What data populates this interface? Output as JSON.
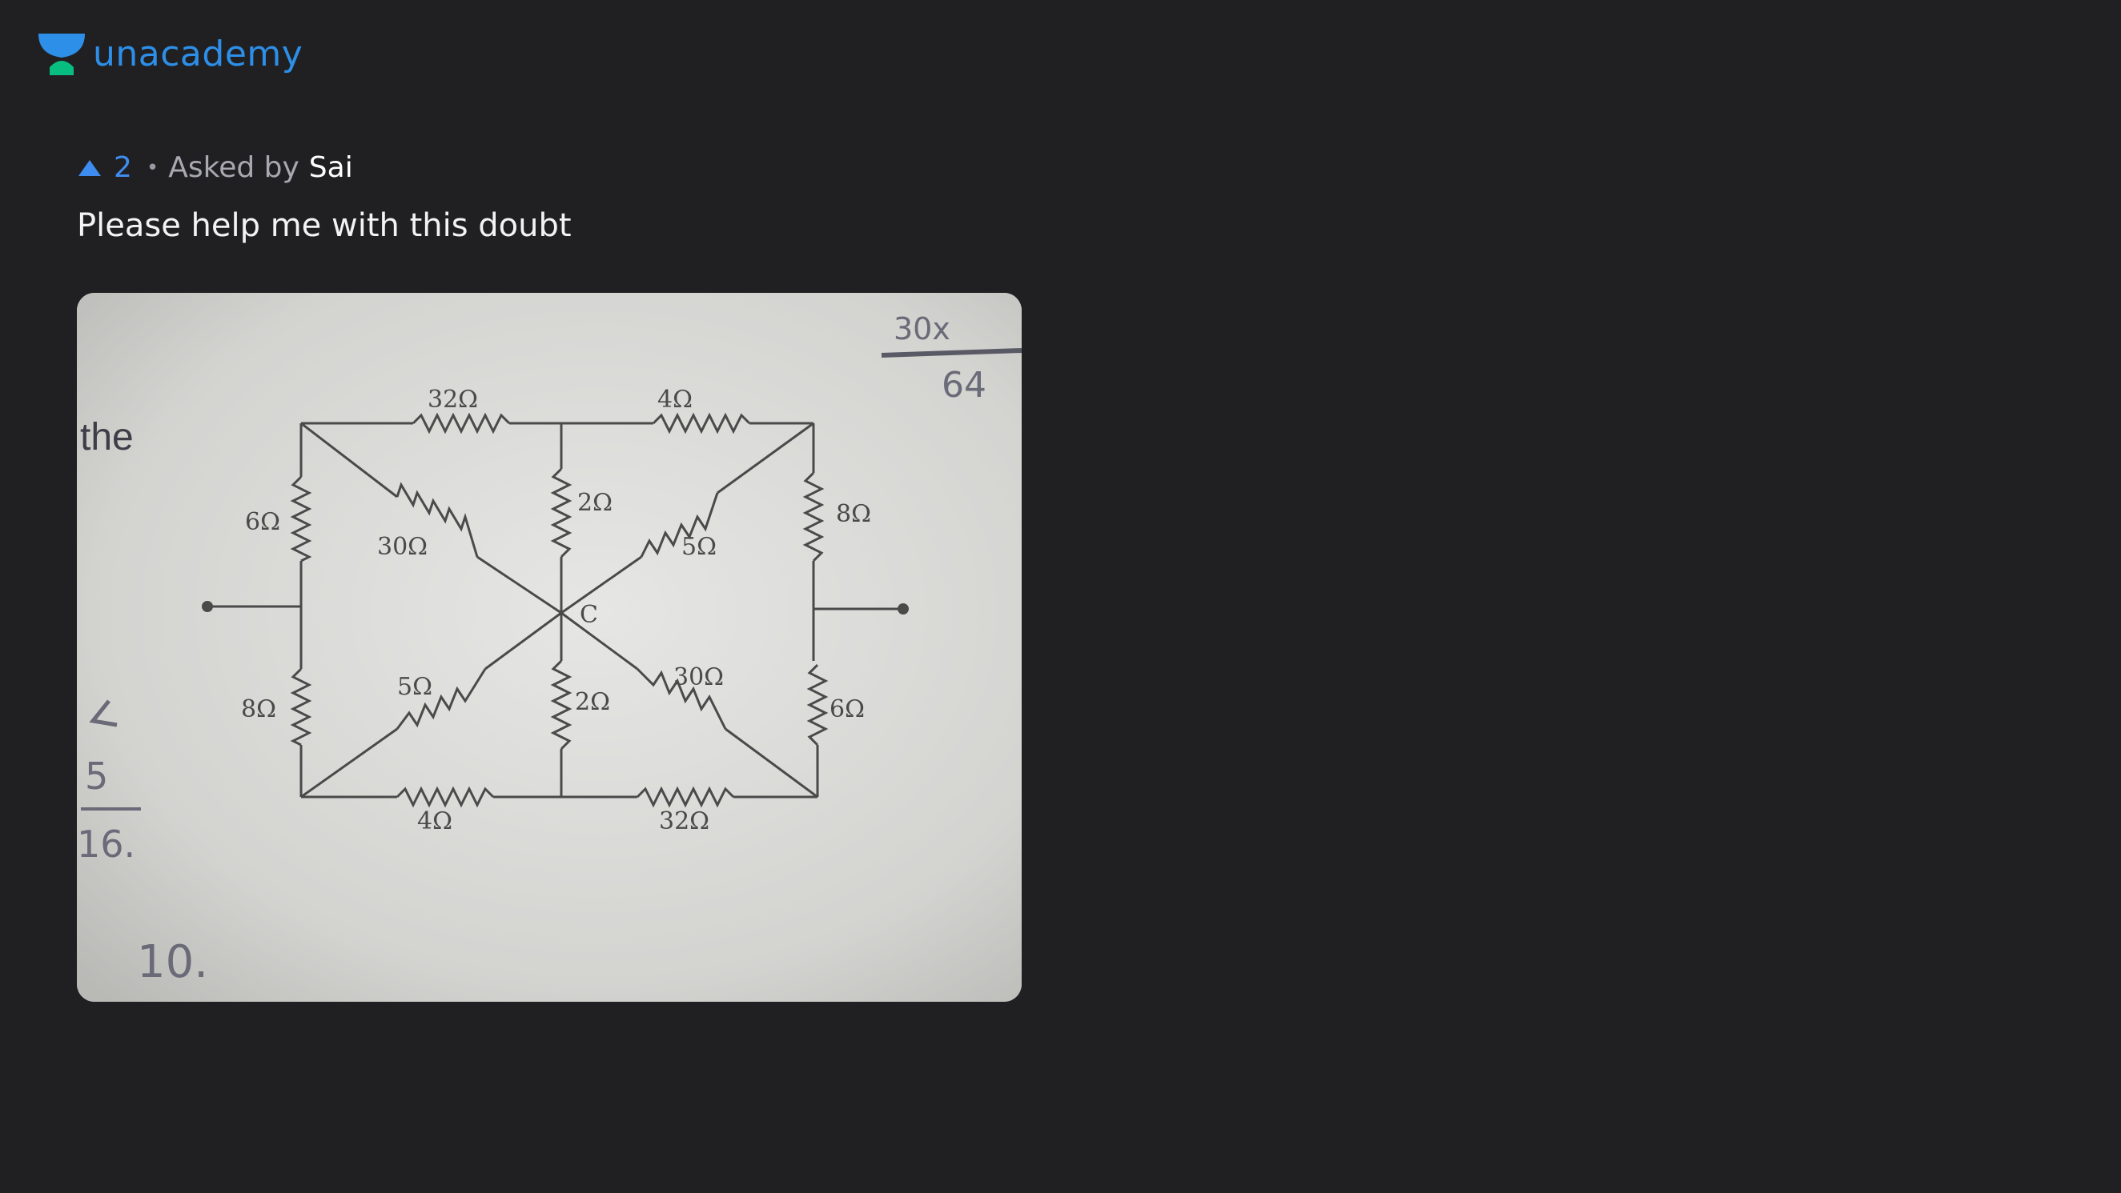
{
  "brand": {
    "name": "unacademy"
  },
  "question": {
    "upvotes": "2",
    "separator": "•",
    "asked_by_label": "Asked by",
    "author": "Sai",
    "text": "Please help me with this doubt"
  },
  "attachment": {
    "left_margin_note": "the",
    "handwritten_top": "30x",
    "handwritten_top_under": "64",
    "handwritten_fraction_num": "5",
    "handwritten_fraction_den": "16.",
    "handwritten_bottom": "10.",
    "node_label": "C",
    "resistors": {
      "top_left": "32Ω",
      "top_right": "4Ω",
      "left_upper": "6Ω",
      "left_lower": "8Ω",
      "right_upper": "8Ω",
      "right_lower": "6Ω",
      "center_upper": "2Ω",
      "center_lower": "2Ω",
      "diag_tl": "30Ω",
      "diag_tr": "5Ω",
      "diag_bl": "5Ω",
      "diag_br": "30Ω",
      "bottom_left": "4Ω",
      "bottom_right": "32Ω"
    }
  },
  "colors": {
    "background": "#202023",
    "brand_blue": "#2d8fe8",
    "brand_green": "#08bd80",
    "upvote_blue": "#3f8cf0"
  }
}
